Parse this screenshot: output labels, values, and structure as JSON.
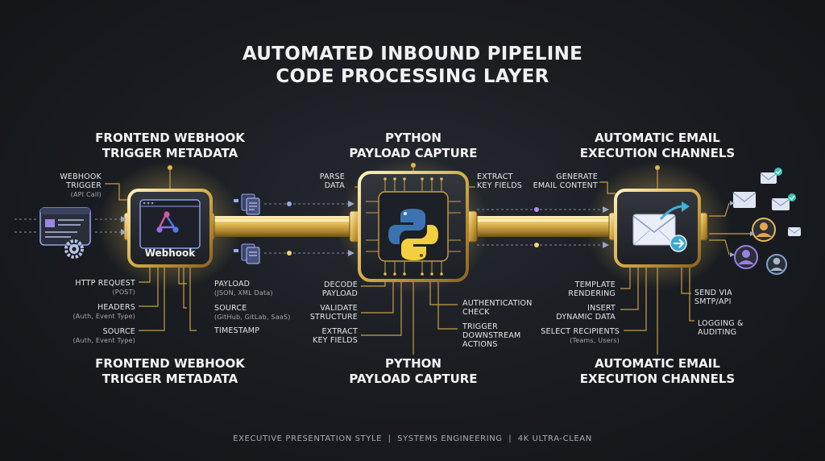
{
  "title": {
    "line1": "AUTOMATED INBOUND PIPELINE",
    "line2": "CODE PROCESSING LAYER"
  },
  "stages": {
    "webhook": {
      "top_heading": [
        "FRONTEND WEBHOOK",
        "TRIGGER METADATA"
      ],
      "bottom_heading": [
        "FRONTEND WEBHOOK",
        "TRIGGER METADATA"
      ],
      "card_label": "Webhook",
      "left_labels": [
        {
          "text": [
            "WEBHOOK",
            "TRIGGER"
          ],
          "sub": "(API Call)"
        },
        {
          "text": [
            "HTTP REQUEST"
          ],
          "sub": "(POST)"
        },
        {
          "text": [
            "HEADERS"
          ],
          "sub": "(Auth, Event Type)"
        },
        {
          "text": [
            "SOURCE"
          ],
          "sub": "(Auth, Event Type)"
        }
      ],
      "right_labels": [
        {
          "text": [
            "PAYLOAD"
          ],
          "sub": "(JSON, XML Data)"
        },
        {
          "text": [
            "SOURCE"
          ],
          "sub": "(GitHub, GitLab, SaaS)"
        },
        {
          "text": [
            "TIMESTAMP"
          ],
          "sub": ""
        }
      ]
    },
    "python": {
      "top_heading": [
        "PYTHON",
        "PAYLOAD CAPTURE"
      ],
      "bottom_heading": [
        "PYTHON",
        "PAYLOAD CAPTURE"
      ],
      "top_left": [
        "PARSE",
        "DATA"
      ],
      "top_right": [
        "EXTRACT",
        "KEY FIELDS"
      ],
      "left_labels": [
        [
          "DECODE",
          "PAYLOAD"
        ],
        [
          "VALIDATE",
          "STRUCTURE"
        ],
        [
          "EXTRACT",
          "KEY FIELDS"
        ]
      ],
      "right_labels": [
        [
          "AUTHENTICATION",
          "CHECK"
        ],
        [
          "TRIGGER",
          "DOWNSTREAM",
          "ACTIONS"
        ]
      ]
    },
    "email": {
      "top_heading": [
        "AUTOMATIC EMAIL",
        "EXECUTION CHANNELS"
      ],
      "bottom_heading": [
        "AUTOMATIC EMAIL",
        "EXECUTION CHANNELS"
      ],
      "top_left": [
        "GENERATE",
        "EMAIL CONTENT"
      ],
      "left_labels": [
        {
          "text": [
            "TEMPLATE",
            "RENDERING"
          ],
          "sub": ""
        },
        {
          "text": [
            "INSERT",
            "DYNAMIC DATA"
          ],
          "sub": ""
        },
        {
          "text": [
            "SELECT RECIPIENTS"
          ],
          "sub": "(Teams, Users)"
        }
      ],
      "right_labels": [
        [
          "SEND VIA",
          "SMTP/API"
        ],
        [
          "LOGGING &",
          "AUDITING"
        ]
      ]
    }
  },
  "footer": "EXECUTIVE PRESENTATION STYLE  |  SYSTEMS ENGINEERING  |  4K ULTRA-CLEAN",
  "colors": {
    "gold": "#e2bb55",
    "gold_light": "#f7e3a0",
    "gold_dark": "#9a7524",
    "node_blue": "#7d8fe0",
    "python_blue": "#3b73b0",
    "python_yellow": "#f2cf3e",
    "envelope": "#e9eef7",
    "check_teal": "#39c3b8"
  }
}
